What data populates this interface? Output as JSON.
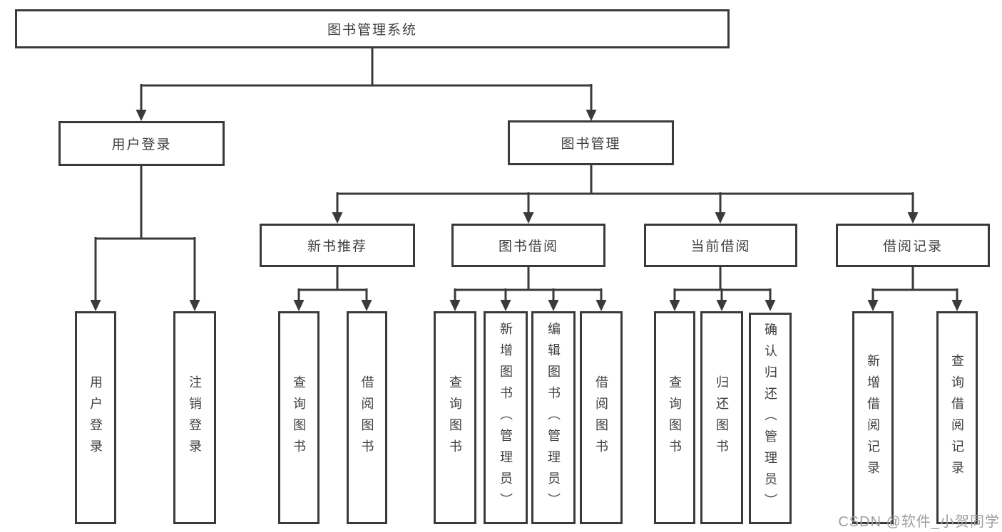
{
  "colors": {
    "line": "#3a3a3a",
    "text": "#404040",
    "watermark": "#9e9e9e",
    "background": "#ffffff"
  },
  "watermark": {
    "text": "CSDN @软件_小贺同学"
  },
  "tree": {
    "root": {
      "label": "图书管理系统"
    },
    "children": [
      {
        "label": "用户登录",
        "children": [
          {
            "label": "用户登录"
          },
          {
            "label": "注销登录"
          }
        ]
      },
      {
        "label": "图书管理",
        "children": [
          {
            "label": "新书推荐",
            "children": [
              {
                "label": "查询图书"
              },
              {
                "label": "借阅图书"
              }
            ]
          },
          {
            "label": "图书借阅",
            "children": [
              {
                "label": "查询图书"
              },
              {
                "label": "新增图书（管理员）"
              },
              {
                "label": "编辑图书（管理员）"
              },
              {
                "label": "借阅图书"
              }
            ]
          },
          {
            "label": "当前借阅",
            "children": [
              {
                "label": "查询图书"
              },
              {
                "label": "归还图书"
              },
              {
                "label": "确认归还（管理员）"
              }
            ]
          },
          {
            "label": "借阅记录",
            "children": [
              {
                "label": "新增借阅记录"
              },
              {
                "label": "查询借阅记录"
              }
            ]
          }
        ]
      }
    ]
  }
}
